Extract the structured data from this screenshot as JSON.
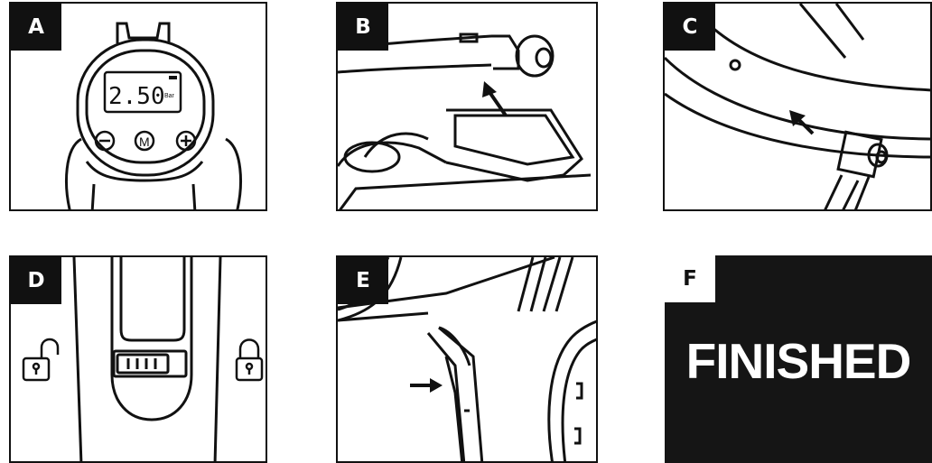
{
  "panels": [
    {
      "label": "A",
      "display_value": "2.50",
      "display_unit": "Bar",
      "buttons": [
        "minus",
        "M",
        "plus"
      ]
    },
    {
      "label": "B"
    },
    {
      "label": "C"
    },
    {
      "label": "D"
    },
    {
      "label": "E"
    },
    {
      "label": "F",
      "text": "FINISHED"
    }
  ],
  "icons": {
    "display_button_minus": "minus-icon",
    "display_button_mode": "M",
    "display_button_plus": "plus-icon",
    "lock_open": "unlocked-padlock-icon",
    "lock_closed": "locked-padlock-icon",
    "arrow": "arrow-icon"
  },
  "colors": {
    "ink": "#111111",
    "paper": "#ffffff",
    "finished_bg": "#151515"
  }
}
